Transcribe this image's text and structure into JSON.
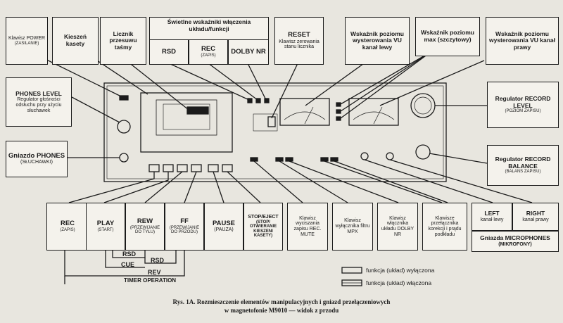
{
  "top_labels": {
    "power": {
      "title": "Klawisz POWER",
      "sub": "(ZASILANIE)"
    },
    "cassette": {
      "title": "Kieszeń kasety"
    },
    "counter": {
      "title": "Licznik przesuwu taśmy"
    },
    "indicators_group": {
      "title": "Świetlne wskaźniki włączenia układu/funkcji",
      "rsd": "RSD",
      "rec": "REC",
      "rec_sub": "(ZAPIS)",
      "dolby": "DOLBY NR"
    },
    "reset": {
      "title": "RESET",
      "sub": "Klawisz zerowania stanu licznika"
    },
    "vu_left": {
      "title": "Wskaźnik poziomu wysterowania VU kanał lewy"
    },
    "peak": {
      "title": "Wskaźnik poziomu max (szczytowy)"
    },
    "vu_right": {
      "title": "Wskaźnik poziomu wysterowania VU kanał prawy"
    }
  },
  "side_labels": {
    "phones_level": {
      "title": "PHONES LEVEL",
      "sub": "Regulator głośności odsłuchu przy użyciu słuchawek"
    },
    "phones": {
      "title": "Gniazdo PHONES",
      "sub": "(SŁUCHAWKI)"
    },
    "record_level": {
      "title": "Regulator RECORD LEVEL",
      "sub": "(POZIOM ZAPISU)"
    },
    "record_balance": {
      "title": "Regulator RECORD BALANCE",
      "sub": "(BALANS ZAPISU)"
    }
  },
  "bottom_labels": {
    "rec": {
      "title": "REC",
      "sub": "(ZAPIS)"
    },
    "play": {
      "title": "PLAY",
      "sub": "(START)"
    },
    "rew": {
      "title": "REW",
      "sub": "(PRZEWIJANIE DO TYŁU)"
    },
    "ff": {
      "title": "FF",
      "sub": "(PRZEWIJANIE DO PRZODU)"
    },
    "pause": {
      "title": "PAUSE",
      "sub": "(PAUZA)"
    },
    "stop": {
      "title": "STOP/EJECT",
      "sub": "(STOP/ OTWIERANIE KIESZENI KASETY)"
    },
    "rec_mute": {
      "title": "Klawisz wyciszania zapisu REC. MUTE"
    },
    "mpx": {
      "title": "Klawisz wyłącznika filtru MPX"
    },
    "dolby": {
      "title": "Klawisz włącznika układu DOLBY NR"
    },
    "correction": {
      "title": "Klawisze przełącznika korekcji i prądu podkładu"
    },
    "mic_left": {
      "title": "LEFT",
      "sub": "kanał lewy"
    },
    "mic_right": {
      "title": "RIGHT",
      "sub": "kanał prawy"
    },
    "mic_group": {
      "title": "Gniazda MICROPHONES",
      "sub": "(MIKROFONY)"
    }
  },
  "timer": {
    "rsd": "RSD",
    "cue": "CUE",
    "rsd2": "RSD",
    "rev": "REV",
    "operation": "TIMER OPERATION"
  },
  "legend": {
    "off": "funkcja (układ) wyłączona",
    "on": "funkcja (układ) włączona"
  },
  "caption": {
    "line1": "Rys. 1A. Rozmieszczenie elementów manipulacyjnych i gniazd przełączeniowych",
    "line2": "w magnetofonie M9010 — widok z przodu"
  },
  "colors": {
    "ink": "#1b1b1b",
    "paper": "#f4f2ec",
    "background": "#e8e6df"
  }
}
